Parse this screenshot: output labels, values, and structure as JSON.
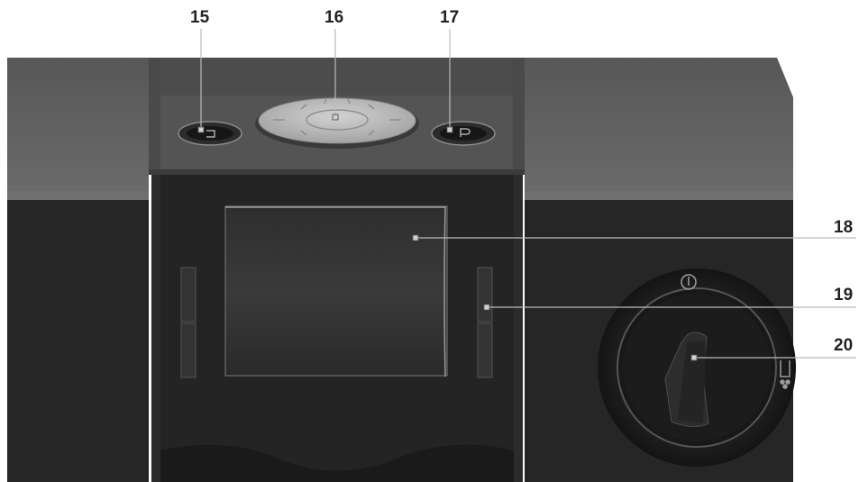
{
  "callouts": [
    {
      "id": "15",
      "label": "15"
    },
    {
      "id": "16",
      "label": "16"
    },
    {
      "id": "17",
      "label": "17"
    },
    {
      "id": "18",
      "label": "18"
    },
    {
      "id": "19",
      "label": "19"
    },
    {
      "id": "20",
      "label": "20"
    }
  ],
  "icons": {
    "button_left": "power-standby-icon",
    "dial": "navigation-dial",
    "button_right": "program-p-icon",
    "knob_top": "power-on-icon",
    "knob_right": "steam-hot-water-icon"
  },
  "colors": {
    "body_top": "#616161",
    "body_dark": "#262626",
    "center_top": "#555555",
    "dial_silver": "#b9b9b9",
    "knob": "#1d1d1d",
    "label": "#222222"
  }
}
